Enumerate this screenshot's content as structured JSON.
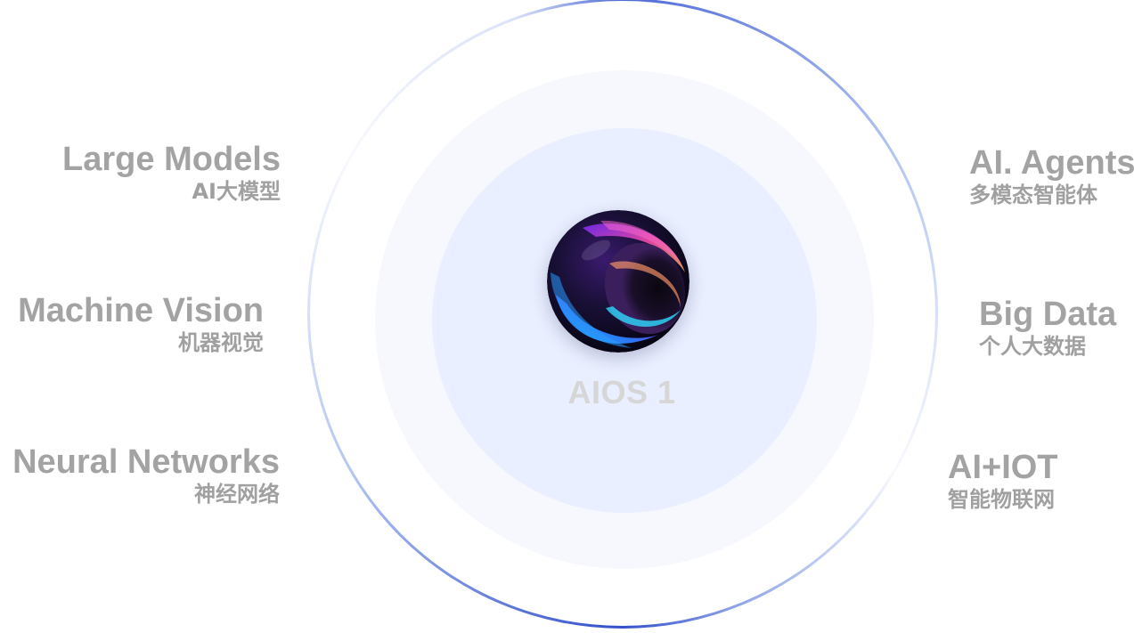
{
  "center": {
    "title": "AIOS 1"
  },
  "features_left": [
    {
      "en": "Large Models",
      "cn": "AI大模型"
    },
    {
      "en": "Machine Vision",
      "cn": "机器视觉"
    },
    {
      "en": "Neural Networks",
      "cn": "神经网络"
    }
  ],
  "features_right": [
    {
      "en": "AI. Agents",
      "cn": "多模态智能体"
    },
    {
      "en": "Big Data",
      "cn": "个人大数据"
    },
    {
      "en": "AI+IOT",
      "cn": "智能物联网"
    }
  ],
  "colors": {
    "label_gray": "#a3a3a3",
    "center_label": "#d6d6d6",
    "ring_accent": "#2846c8",
    "inner_disc": "#e9efff",
    "mid_disc": "#f6f8fe"
  },
  "icons": {
    "orb": "glowing-sphere-icon"
  }
}
